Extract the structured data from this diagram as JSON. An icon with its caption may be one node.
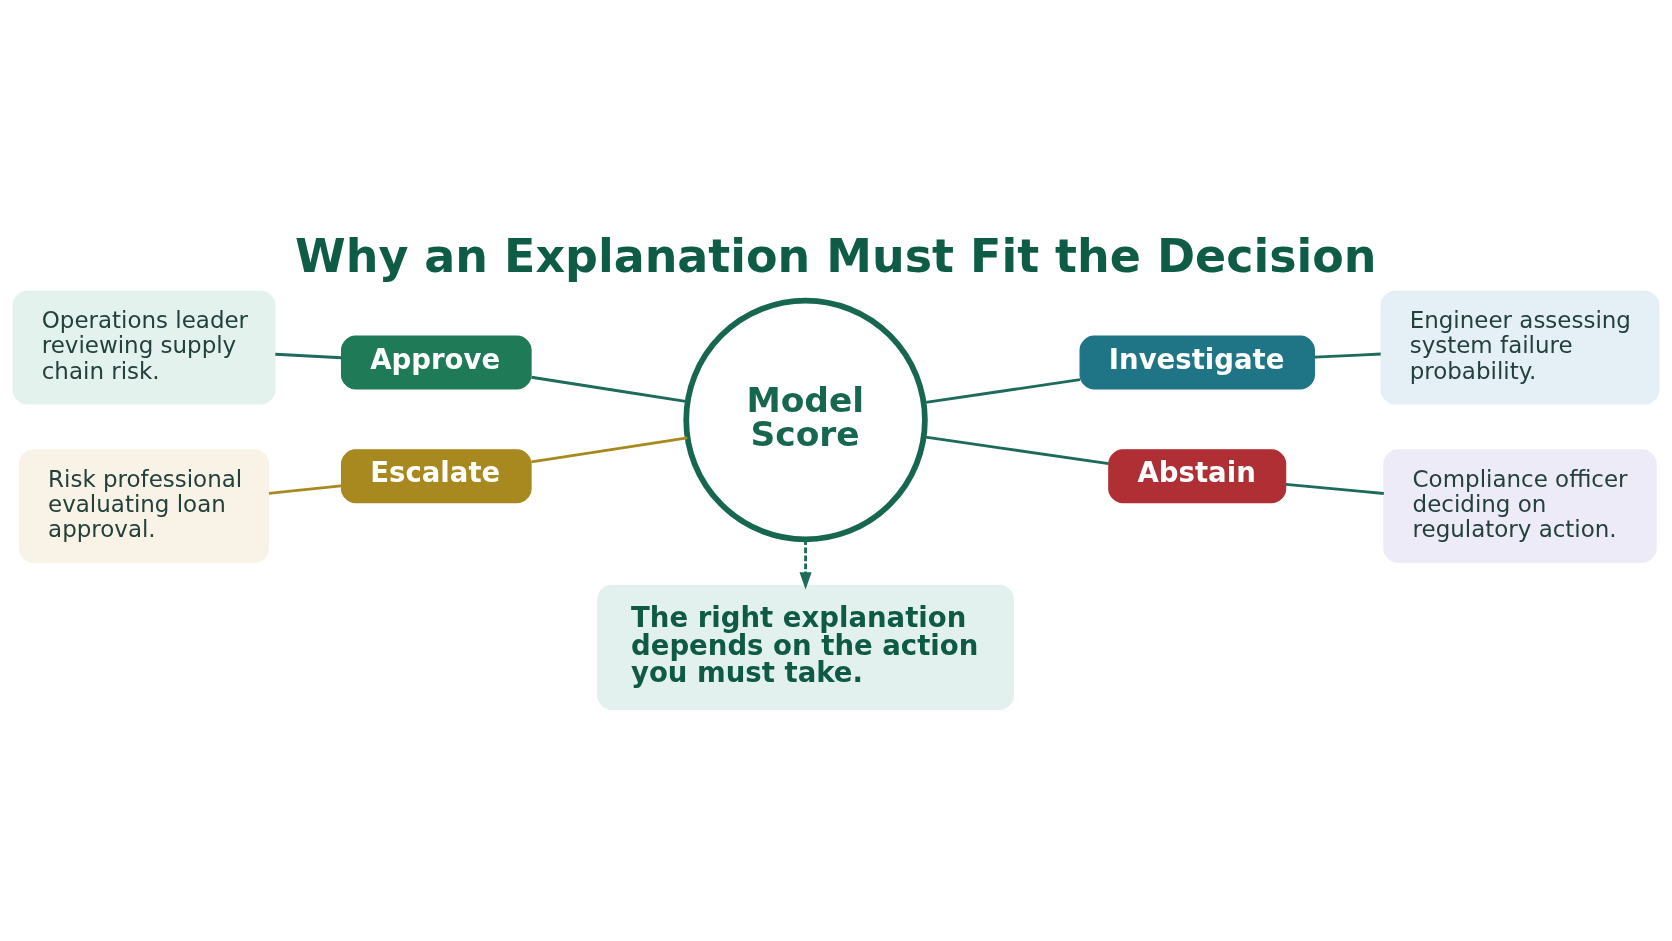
{
  "diagram": {
    "title": "Why an Explanation Must Fit the Decision",
    "nodes": [
      {
        "text": [
          "Operations leader reviewing supply chain risk."
        ]
      },
      {
        "text": [
          "Approve"
        ]
      },
      {
        "text": [
          "Model Score"
        ]
      },
      {
        "text": [
          "Investigate"
        ]
      },
      {
        "text": [
          "Engineer assessing system failure probability."
        ]
      },
      {
        "text": [
          "Risk professional evaluating loan approval."
        ]
      },
      {
        "text": [
          "Escalate"
        ]
      },
      {
        "text": [
          "Abstain"
        ]
      },
      {
        "text": [
          "Compliance officer deciding on regulatory action."
        ]
      },
      {
        "text": [
          "The right explanation depends on the action you must take."
        ]
      }
    ],
    "edges": [
      {
        "from": 0,
        "to": 1,
        "arrow": "none"
      },
      {
        "from": 1,
        "to": 2,
        "arrow": "none"
      },
      {
        "from": 2,
        "to": 3,
        "arrow": "none"
      },
      {
        "from": 3,
        "to": 4,
        "arrow": "none"
      },
      {
        "from": 5,
        "to": 6,
        "arrow": "none",
        "color": "#a8891f"
      },
      {
        "from": 6,
        "to": 2,
        "arrow": "none",
        "color": "#a8891f"
      },
      {
        "from": 2,
        "to": 7,
        "arrow": "none"
      },
      {
        "from": 7,
        "to": 8,
        "arrow": "none"
      },
      {
        "from": 2,
        "to": 9,
        "arrow": "to",
        "style": "dashed"
      }
    ]
  }
}
